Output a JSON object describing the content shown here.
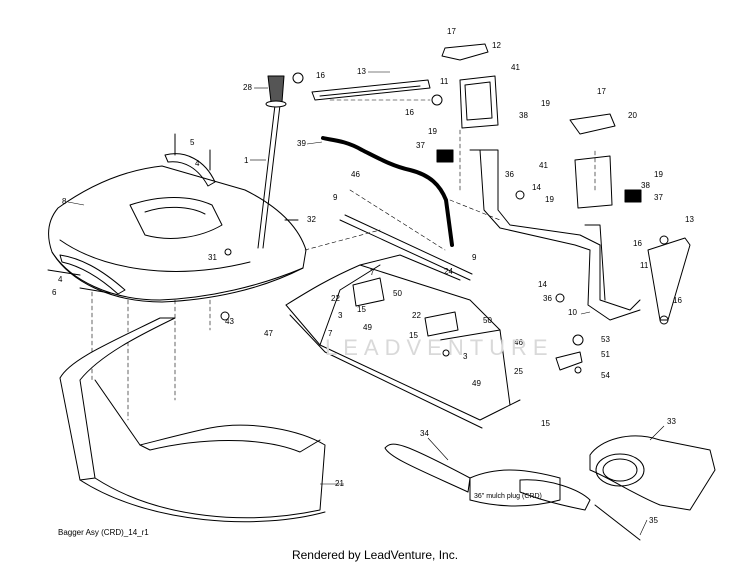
{
  "diagram": {
    "code": "Bagger Asy (CRD)_14_r1",
    "mulch_plug_text": "36\" mulch plug (CRD)",
    "credit": "Rendered by LeadVenture, Inc.",
    "watermark": "LEADVENTURE",
    "callouts": {
      "c1": "1",
      "c3": "3",
      "c3b": "3",
      "c4": "4",
      "c4b": "4",
      "c5": "5",
      "c6": "6",
      "c7": "7",
      "c7b": "7",
      "c8": "8",
      "c9": "9",
      "c9b": "9",
      "c10": "10",
      "c11": "11",
      "c11b": "11",
      "c12": "12",
      "c13": "13",
      "c13b": "13",
      "c14": "14",
      "c14b": "14",
      "c15": "15",
      "c15b": "15",
      "c15c": "15",
      "c16": "16",
      "c16b": "16",
      "c16c": "16",
      "c16d": "16",
      "c17": "17",
      "c17b": "17",
      "c19": "19",
      "c19b": "19",
      "c19c": "19",
      "c19d": "19",
      "c20": "20",
      "c21": "21",
      "c22": "22",
      "c22b": "22",
      "c24": "24",
      "c25": "25",
      "c28": "28",
      "c31": "31",
      "c32": "32",
      "c33": "33",
      "c34": "34",
      "c35": "35",
      "c36": "36",
      "c36b": "36",
      "c37": "37",
      "c37b": "37",
      "c38": "38",
      "c38b": "38",
      "c39": "39",
      "c41": "41",
      "c41b": "41",
      "c43": "43",
      "c46": "46",
      "c46b": "46",
      "c47": "47",
      "c49": "49",
      "c49b": "49",
      "c50": "50",
      "c50b": "50",
      "c51": "51",
      "c53": "53",
      "c54": "54"
    }
  }
}
